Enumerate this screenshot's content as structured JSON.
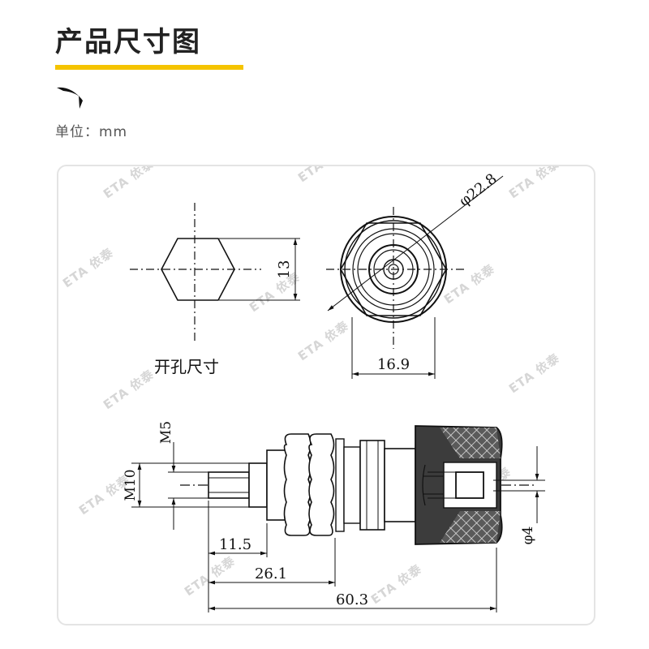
{
  "page": {
    "title": "产品尺寸图",
    "unit": "单位：mm",
    "accent_color": "#f5c400",
    "brand_icon": "swoosh-logo-icon"
  },
  "drawing": {
    "watermark": "ETA 依泰",
    "panel_hole": {
      "caption": "开孔尺寸",
      "height_dim": "13"
    },
    "front_view": {
      "outer_diameter": "φ22.8",
      "hex_width": "16.9"
    },
    "side_view": {
      "thread_label": "M5",
      "outer_thread_label": "M10",
      "pin_diameter": "φ4",
      "stud_length": "11.5",
      "thread_length": "26.1",
      "total_length": "60.3"
    }
  }
}
